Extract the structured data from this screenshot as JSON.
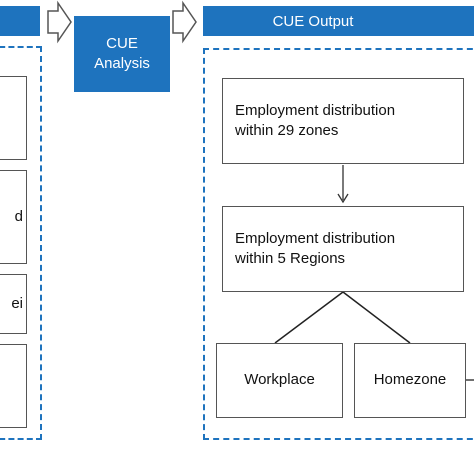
{
  "nodes": {
    "cue_analysis": [
      "CUE",
      "Analysis"
    ],
    "cue_output": "CUE Output",
    "zones": [
      "Employment distribution",
      "within 29 zones"
    ],
    "regions": [
      "Employment distribution",
      "within 5 Regions"
    ],
    "workplace": "Workplace",
    "homezone": "Homezone",
    "left_fragment_1": "d",
    "left_fragment_2": "ei"
  },
  "colors": {
    "accent": "#1e73be",
    "box_border": "#555555",
    "arrow_fill": "#ffffff",
    "arrow_stroke": "#555555"
  }
}
